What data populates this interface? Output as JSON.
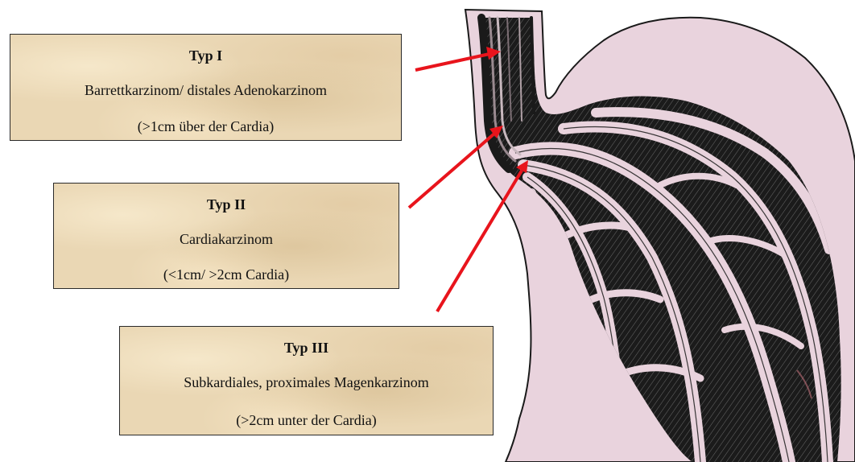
{
  "boxes": {
    "typ1": {
      "title": "Typ I",
      "description": "Barrettkarzinom/ distales Adenokarzinom",
      "range": "(>1cm über der Cardia)"
    },
    "typ2": {
      "title": "Typ II",
      "description": "Cardiakarzinom",
      "range": "(<1cm/ >2cm Cardia)"
    },
    "typ3": {
      "title": "Typ III",
      "description": "Subkardiales, proximales Magenkarzinom",
      "range": "(>2cm unter der Cardia)"
    }
  },
  "colors": {
    "arrow": "#e8141c",
    "stomach_wall": "#e9d3dd",
    "mucosa_dark": "#161616",
    "box_background": "#ead7b4"
  },
  "icons": {
    "illustration": "stomach-cross-section-icon",
    "pointer": "red-arrow-icon"
  }
}
